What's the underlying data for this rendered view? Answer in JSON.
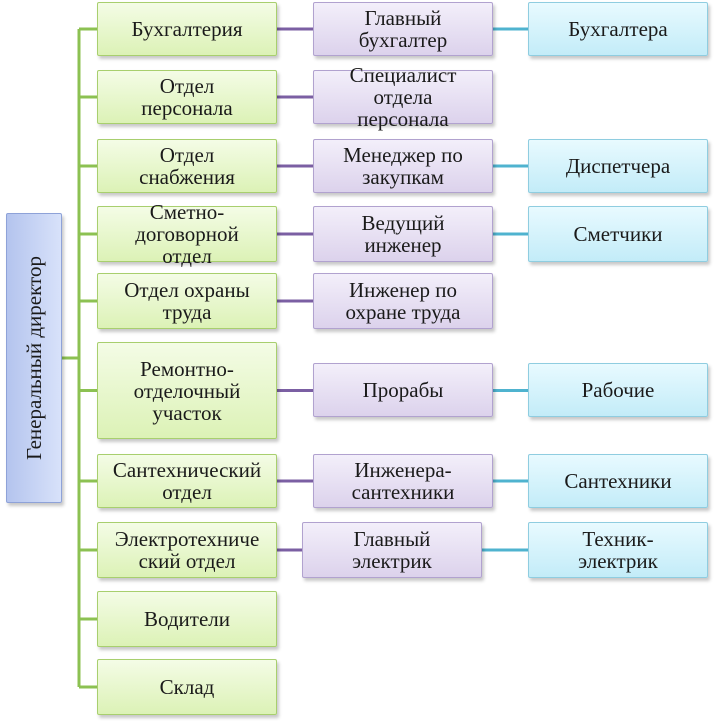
{
  "root": {
    "label": "Генеральный директор"
  },
  "departments": [
    {
      "id": "accounting",
      "label": "Бухгалтерия",
      "head": "Главный\nбухгалтер",
      "staff": "Бухгалтера"
    },
    {
      "id": "hr",
      "label": "Отдел\nперсонала",
      "head": "Специалист\nотдела\nперсонала",
      "staff": null
    },
    {
      "id": "supply",
      "label": "Отдел\nснабжения",
      "head": "Менеджер по\nзакупкам",
      "staff": "Диспетчера"
    },
    {
      "id": "estimates",
      "label": "Сметно-\nдоговорной\nотдел",
      "head": "Ведущий\nинженер",
      "staff": "Сметчики"
    },
    {
      "id": "labor-safety",
      "label": "Отдел охраны\nтруда",
      "head": "Инженер по\nохране труда",
      "staff": null
    },
    {
      "id": "repair",
      "label": "Ремонтно-\nотделочный\nучасток",
      "head": "Прорабы",
      "staff": "Рабочие"
    },
    {
      "id": "plumbing",
      "label": "Сантехнический\nотдел",
      "head": "Инженера-\nсантехники",
      "staff": "Сантехники"
    },
    {
      "id": "electrical",
      "label": "Электротехниче\nский отдел",
      "head": "Главный\nэлектрик",
      "staff": "Техник-\nэлектрик"
    },
    {
      "id": "drivers",
      "label": "Водители",
      "head": null,
      "staff": null
    },
    {
      "id": "warehouse",
      "label": "Склад",
      "head": null,
      "staff": null
    }
  ],
  "colors": {
    "connector_green": "#8cc152",
    "connector_purple": "#7b5fa3",
    "connector_cyan": "#4fb3cf"
  }
}
